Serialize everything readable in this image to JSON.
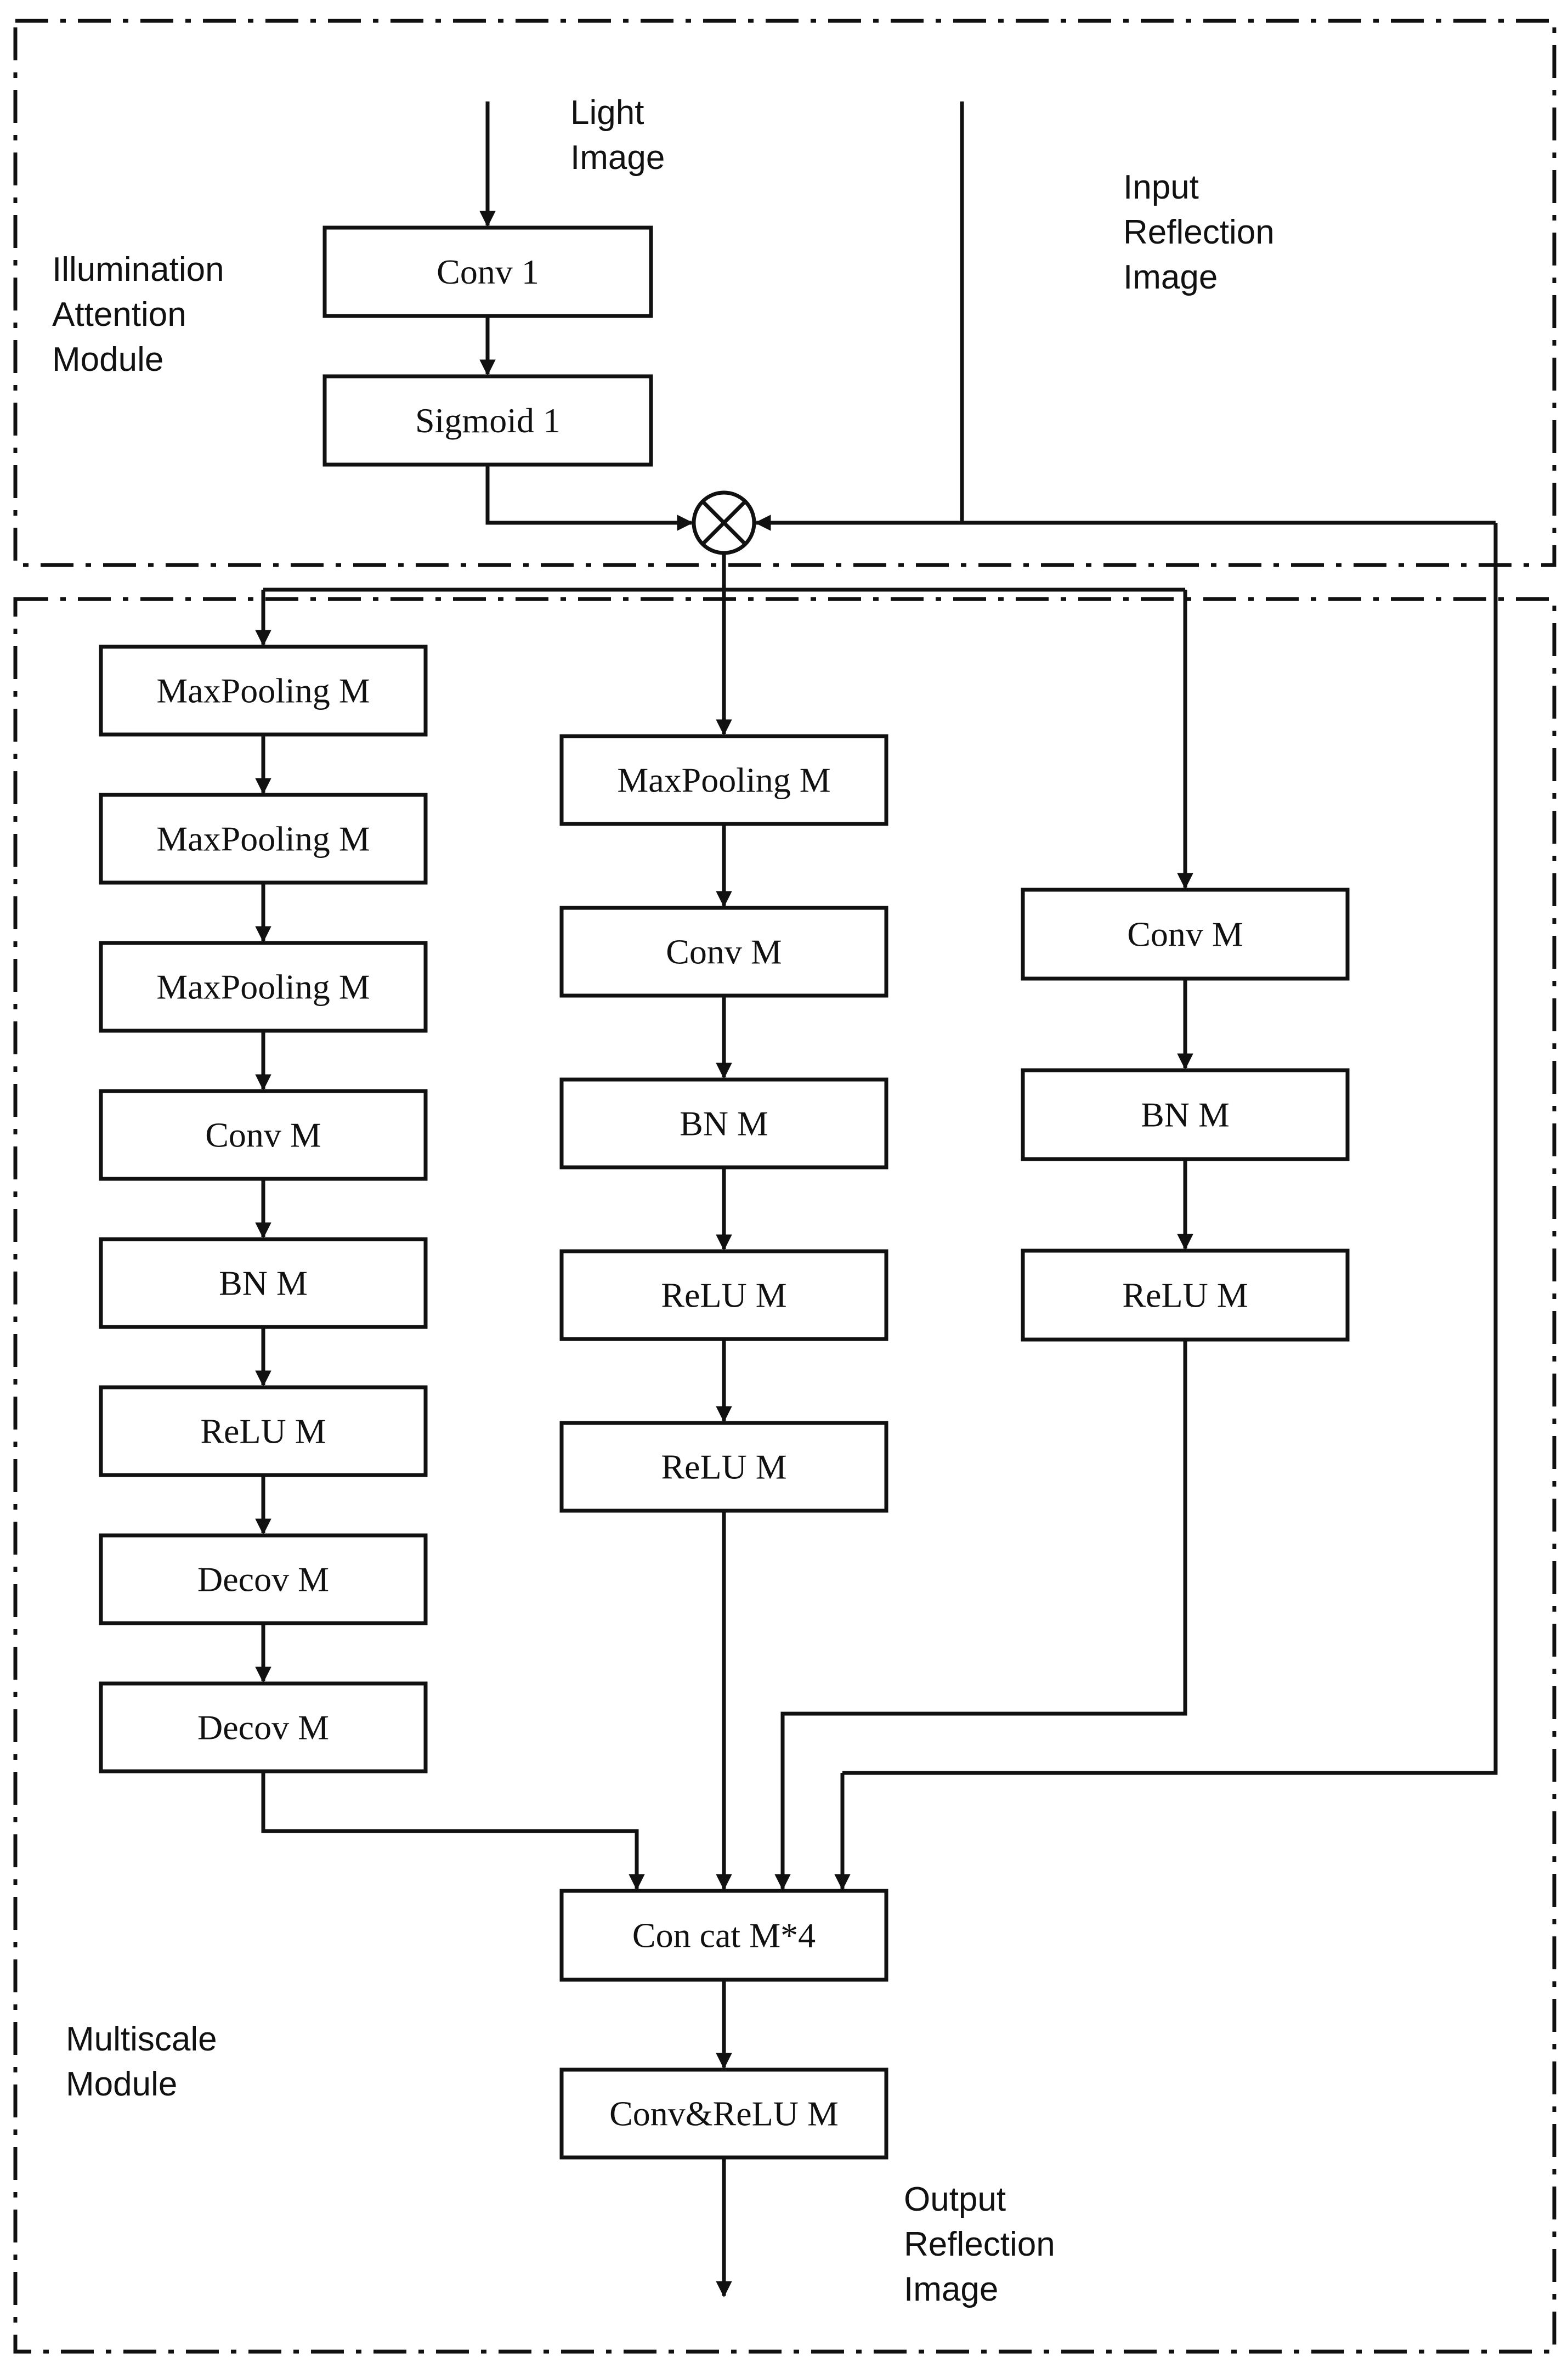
{
  "illumination_module": {
    "label": [
      "Illumination",
      "Attention",
      "Module"
    ],
    "input_light": [
      "Light",
      "Image"
    ],
    "input_reflection": [
      "Input",
      "Reflection",
      "Image"
    ],
    "boxes": [
      "Conv 1",
      "Sigmoid 1"
    ]
  },
  "multiscale_module": {
    "label": [
      "Multiscale",
      "Module"
    ],
    "branch_left": [
      "MaxPooling M",
      "MaxPooling M",
      "MaxPooling M",
      "Conv M",
      "BN M",
      "ReLU M",
      "Decov M",
      "Decov M"
    ],
    "branch_middle": [
      "MaxPooling M",
      "Conv M",
      "BN M",
      "ReLU M",
      "ReLU M"
    ],
    "branch_right": [
      "Conv M",
      "BN M",
      "ReLU M"
    ],
    "concat": "Con cat M*4",
    "final": "Conv&ReLU M",
    "output": [
      "Output",
      "Reflection",
      "Image"
    ]
  }
}
